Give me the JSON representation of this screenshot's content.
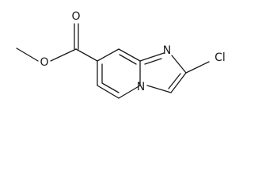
{
  "structure": {
    "atoms": {
      "carbonyl_oxygen": "O",
      "ester_oxygen": "O",
      "imidazole_nitrogen": "N",
      "bridgehead_nitrogen": "N",
      "chlorine": "Cl"
    }
  }
}
